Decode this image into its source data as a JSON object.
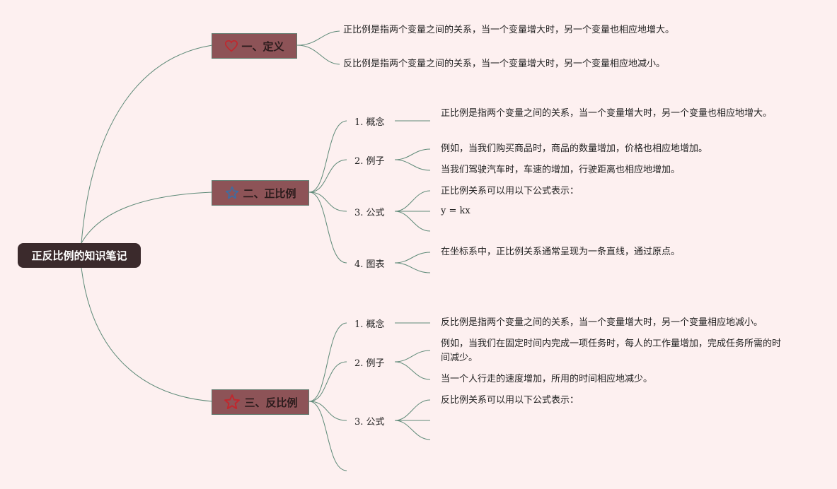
{
  "root": {
    "title": "正反比例的知识笔记"
  },
  "branches": [
    {
      "label": "一、定义",
      "icon": "heart-icon",
      "leaves": [
        "正比例是指两个变量之间的关系，当一个变量增大时，另一个变量也相应地增大。",
        "反比例是指两个变量之间的关系，当一个变量增大时，另一个变量相应地减小。"
      ]
    },
    {
      "label": "二、正比例",
      "icon": "star-icon",
      "subs": [
        {
          "label": "1. 概念",
          "leaves": [
            "正比例是指两个变量之间的关系，当一个变量增大时，另一个变量也相应地增大。"
          ]
        },
        {
          "label": "2. 例子",
          "leaves": [
            "例如，当我们购买商品时，商品的数量增加，价格也相应地增加。",
            "当我们驾驶汽车时，车速的增加，行驶距离也相应地增加。"
          ]
        },
        {
          "label": "3. 公式",
          "leaves": [
            "正比例关系可以用以下公式表示：",
            "y = kx",
            ""
          ]
        },
        {
          "label": "4. 图表",
          "leaves": [
            "在坐标系中，正比例关系通常呈现为一条直线，通过原点。",
            ""
          ]
        }
      ]
    },
    {
      "label": "三、反比例",
      "icon": "star-icon",
      "subs": [
        {
          "label": "1. 概念",
          "leaves": [
            "反比例是指两个变量之间的关系，当一个变量增大时，另一个变量相应地减小。"
          ]
        },
        {
          "label": "2. 例子",
          "leaves": [
            "例如，当我们在固定时间内完成一项任务时，每人的工作量增加，完成任务所需的时间减少。",
            "当一个人行走的速度增加，所用的时间相应地减少。"
          ]
        },
        {
          "label": "3. 公式",
          "leaves": [
            "反比例关系可以用以下公式表示：",
            "",
            ""
          ]
        },
        {
          "label": "",
          "leaves": []
        }
      ]
    }
  ],
  "colors": {
    "background": "#fdf0f0",
    "root_fill": "#3b2a2c",
    "branch_fill": "#8d5357",
    "connector": "#5e8a78",
    "heart": "#c0282e",
    "star_blue": "#3a6ea5",
    "star_red": "#c0282e"
  }
}
